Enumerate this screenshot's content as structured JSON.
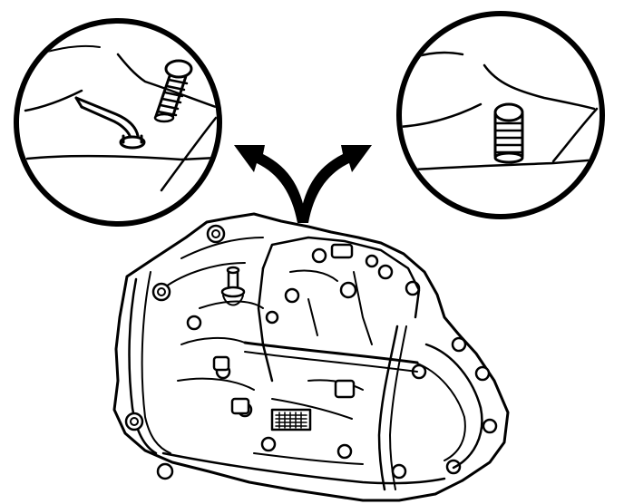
{
  "diagram": {
    "subject": "transaxle-vent-location",
    "ink_color": "#000000",
    "paper_color": "#ffffff",
    "callouts": [
      {
        "name": "vent-hose-with-breather",
        "side": "left"
      },
      {
        "name": "breather-cap",
        "side": "right"
      }
    ],
    "arrow_count": 2
  }
}
